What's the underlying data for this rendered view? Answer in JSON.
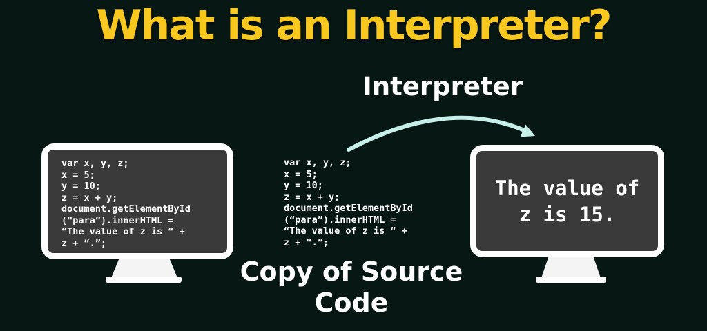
{
  "colors": {
    "background": "#071713",
    "title_yellow": "#F9C81F",
    "arrow_cyan": "#C7EFEA",
    "monitor_frame": "#FFFFFF",
    "screen_bg": "#3A3A3A",
    "text_white": "#FFFFFF"
  },
  "title": "What is an Interpreter?",
  "interpreter_label": "Interpreter",
  "copy_of_source_label": "Copy of Source Code",
  "source_code_monitor": {
    "code_lines": [
      "var x, y, z;",
      "x = 5;",
      "y = 10;",
      "z = x + y;",
      "document.getElementById",
      "(“para”).innerHTML =",
      "“The value of z is “ +",
      "z + “.”;"
    ]
  },
  "copied_code": {
    "code_lines": [
      "var x, y, z;",
      "x = 5;",
      "y = 10;",
      "z = x + y;",
      "document.getElementById",
      "(“para”).innerHTML =",
      "“The value of z is “ +",
      "z + “.”;"
    ]
  },
  "output_monitor": {
    "output_lines": [
      "The value of",
      "z is 15."
    ]
  }
}
